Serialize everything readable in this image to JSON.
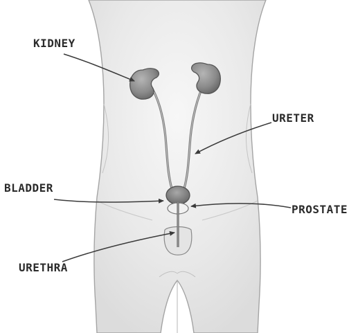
{
  "labels": {
    "kidney": "KIDNEY",
    "ureter": "URETER",
    "bladder": "BLADDER",
    "prostate": "PROSTATE",
    "urethra": "URETHRA"
  },
  "colors": {
    "body_fill": "#ececec",
    "outline": "#9a9a9a",
    "organ_fill": "#8e8e8e",
    "organ_dark": "#5a5a5a",
    "pointer": "#3a3a3a",
    "text": "#2b2b2b"
  }
}
